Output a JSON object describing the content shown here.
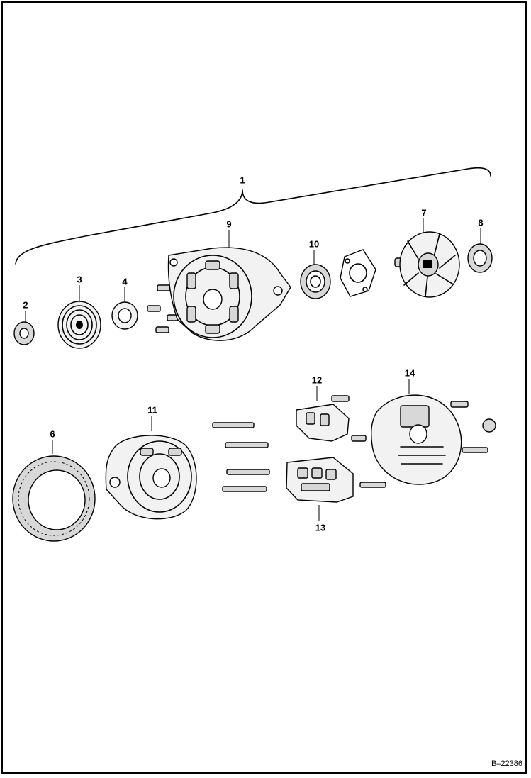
{
  "callouts": {
    "c1": "1",
    "c2": "2",
    "c3": "3",
    "c4": "4",
    "c6": "6",
    "c7": "7",
    "c8": "8",
    "c9": "9",
    "c10": "10",
    "c11": "11",
    "c12": "12",
    "c13": "13",
    "c14": "14"
  },
  "figure_id": "B–22386"
}
